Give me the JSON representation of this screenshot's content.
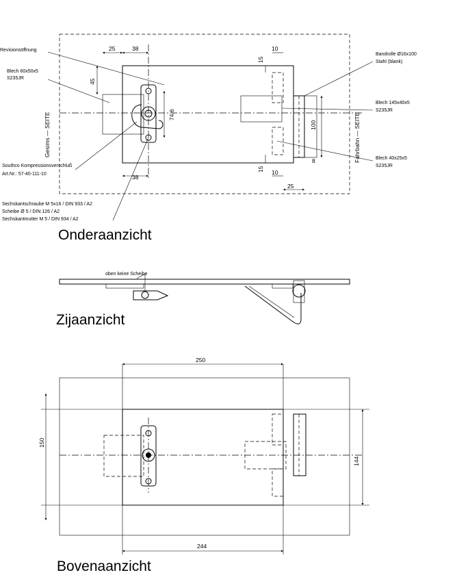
{
  "bottom_view": {
    "title": "Onderaanzicht",
    "labels": {
      "revision": "Revisionsöffnung",
      "sheet1_a": "Blech 60x50x5",
      "sheet1_b": "S235JR",
      "southco_a": "Southco Kompressionsverschluß",
      "southco_b": "Art.Nr.: 57-40-111-10",
      "bolt": "Sechskantschraube M 5x16 / DIN 933 / A2",
      "washer": "Scheibe Ø 5 / DIN 126 / A2",
      "nut": "Sechskantmutter M 5 / DIN 934 / A2",
      "strap_a": "Bandrolle Ø16x100",
      "strap_b": "Stahl (blank)",
      "sheet2_a": "Blech 145x40x5",
      "sheet2_b": "S235JR",
      "sheet3_a": "Blech 40x25x5",
      "sheet3_b": "S235JR",
      "side_left": "Gesims  —  SEITE",
      "side_right": "Fahrbahn  —  SEITE"
    },
    "dims": {
      "d25_top": "25",
      "d38_top": "38",
      "d45": "45",
      "d74_6": "74,6",
      "d38_bottom": "38",
      "d10_top": "10",
      "d15_top": "15",
      "d100": "100",
      "d8": "8",
      "d15_bottom": "15",
      "d10_bottom": "10",
      "d25_bottom": "25"
    }
  },
  "side_view": {
    "title": "Zijaanzicht",
    "note": "oben keine Scheibe"
  },
  "top_view": {
    "title": "Bovenaanzicht",
    "dims": {
      "width_top": "250",
      "height_left": "150",
      "height_right": "144",
      "width_bottom": "244"
    }
  }
}
